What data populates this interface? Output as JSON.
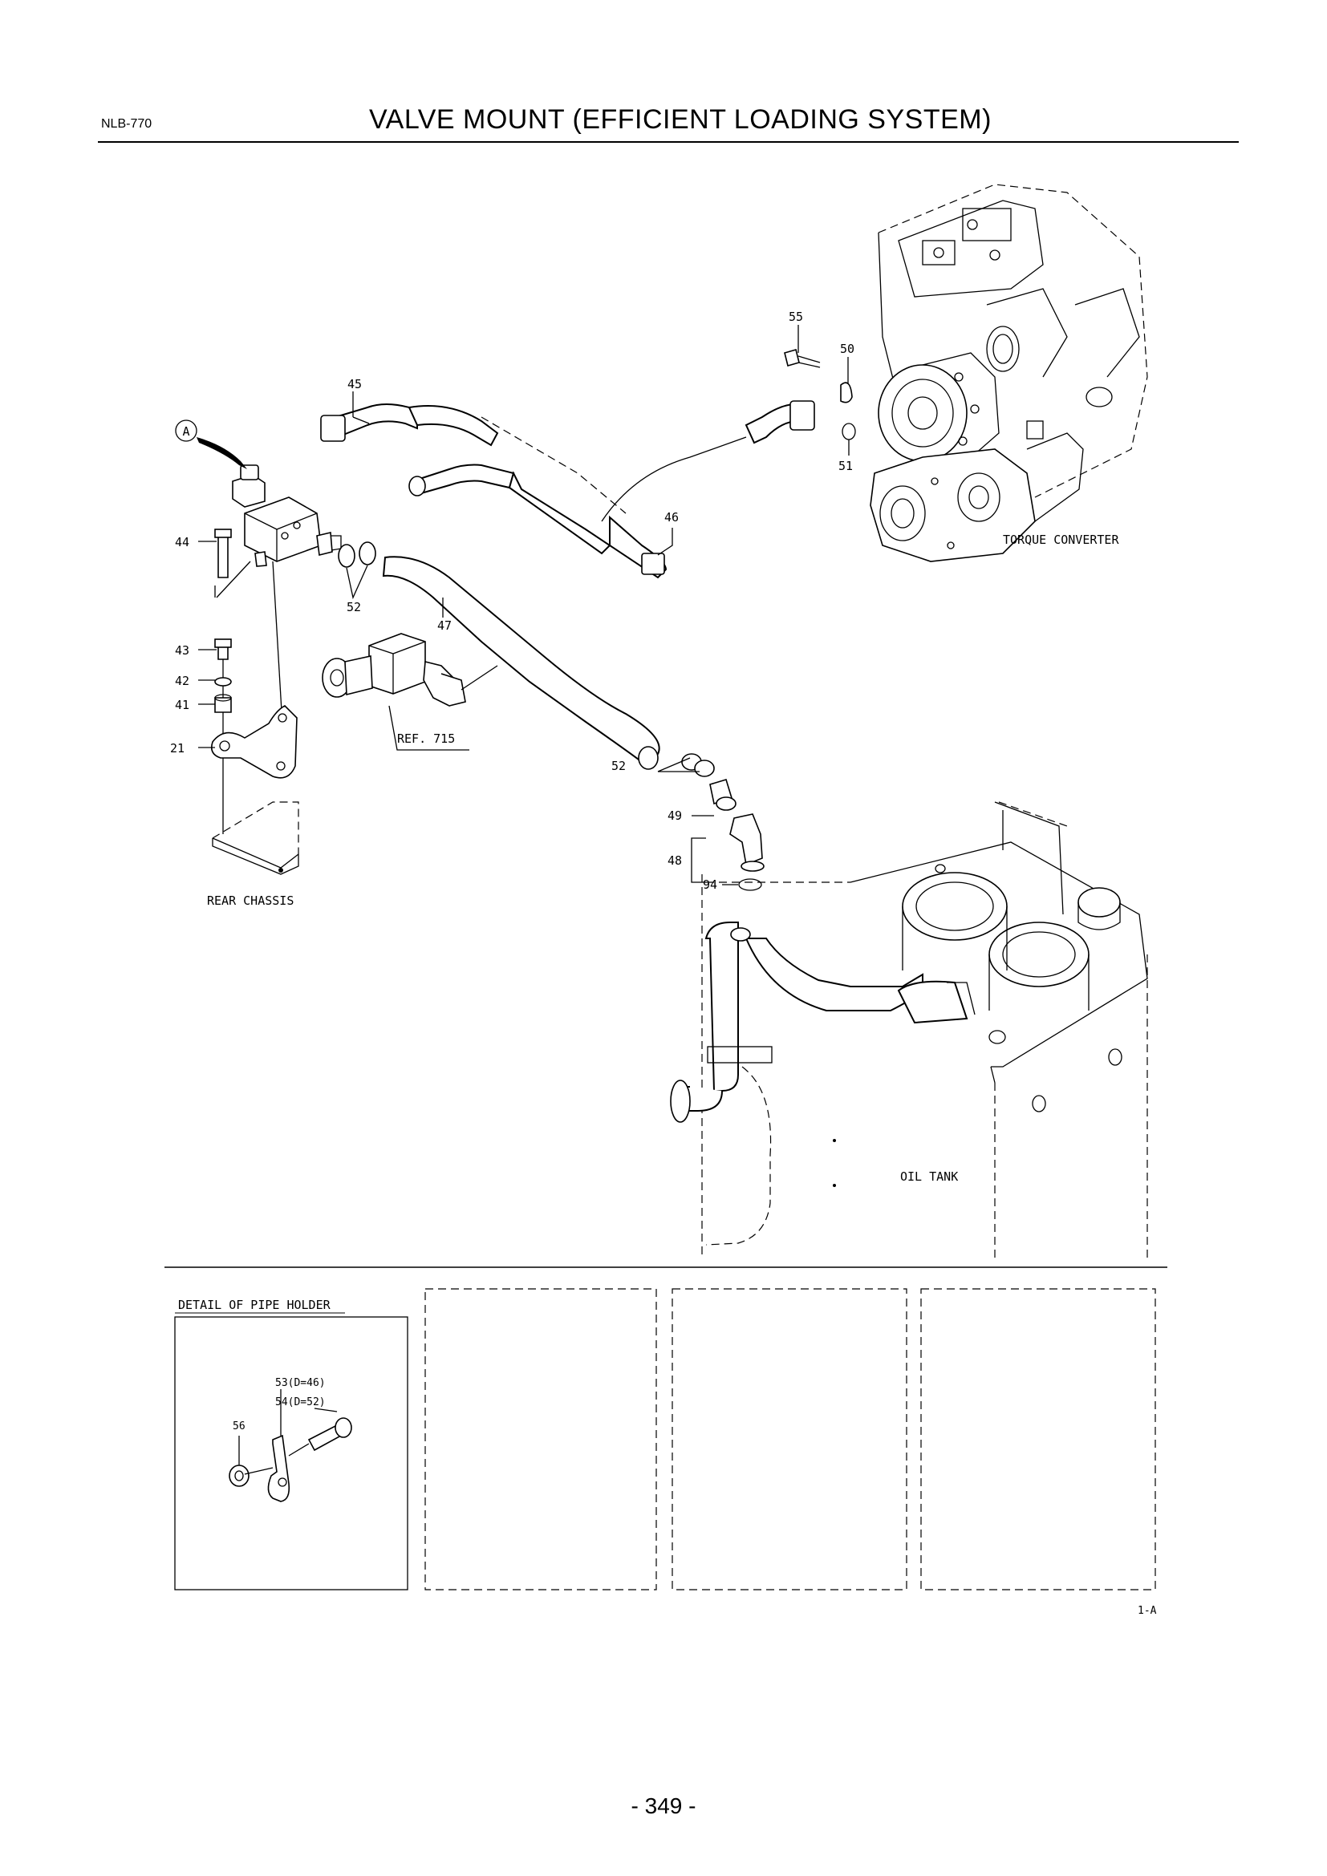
{
  "header": {
    "doc_code": "NLB-770",
    "title": "VALVE MOUNT (EFFICIENT LOADING SYSTEM)"
  },
  "callouts": {
    "view_a": "A",
    "p45": "45",
    "p46": "46",
    "p47": "47",
    "p44": "44",
    "p43": "43",
    "p42": "42",
    "p41": "41",
    "p21": "21",
    "p52a": "52",
    "p52b": "52",
    "p55": "55",
    "p50": "50",
    "p51": "51",
    "p49": "49",
    "p48": "48",
    "p94": "94",
    "ref": "REF. 715"
  },
  "assembly_labels": {
    "torque_converter": "TORQUE CONVERTER",
    "rear_chassis": "REAR CHASSIS",
    "oil_tank": "OIL TANK"
  },
  "detail": {
    "title": "DETAIL OF PIPE HOLDER",
    "p53": "53(D=46)",
    "p54": "54(D=52)",
    "p56": "56"
  },
  "sheet_ref": "1-A",
  "page_number": "- 349 -"
}
